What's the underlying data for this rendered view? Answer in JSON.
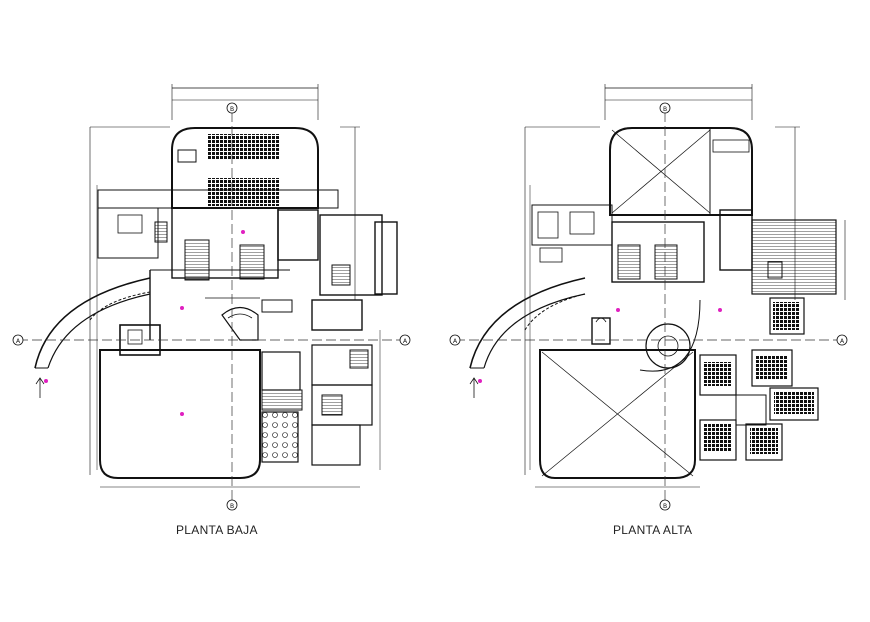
{
  "plans": [
    {
      "id": "baja",
      "label": "PLANTA BAJA"
    },
    {
      "id": "alta",
      "label": "PLANTA ALTA"
    }
  ],
  "grid_markers": {
    "top": "B",
    "bottom": "B",
    "left": "A",
    "right": "A"
  },
  "colors": {
    "line": "#111111",
    "dash": "#333333",
    "marker_dot": "#e020c0"
  }
}
